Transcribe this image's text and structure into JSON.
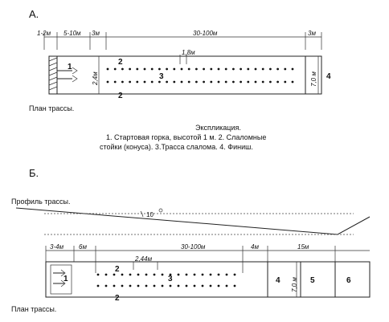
{
  "section_a": {
    "letter": "А.",
    "dims": [
      "1-2м",
      "5-10м",
      "3м",
      "30-100м",
      "3м"
    ],
    "height_label": "2,4м",
    "pole_gap_label": "1,8м",
    "finish_label": "7,0 м",
    "num_labels": [
      "1",
      "2",
      "3",
      "2",
      "4"
    ],
    "plan_caption": "План трассы.",
    "legend_title": "Экспликация.",
    "legend_line1": "1. Стартовая горка, высотой 1 м. 2. Слаломные",
    "legend_line2": "стойки (конуса). 3.Трасса слалома. 4. Финиш."
  },
  "section_b": {
    "letter": "Б.",
    "profile_caption": "Профиль трассы.",
    "angle_label": "10",
    "dims": [
      "3-4м",
      "6м",
      "30-100м",
      "4м",
      "15м"
    ],
    "pole_gap_label": "2,44м",
    "finish_label": "7,0 м",
    "num_labels": [
      "1",
      "2",
      "3",
      "2",
      "4",
      "5",
      "6"
    ],
    "plan_caption": "План трассы."
  }
}
